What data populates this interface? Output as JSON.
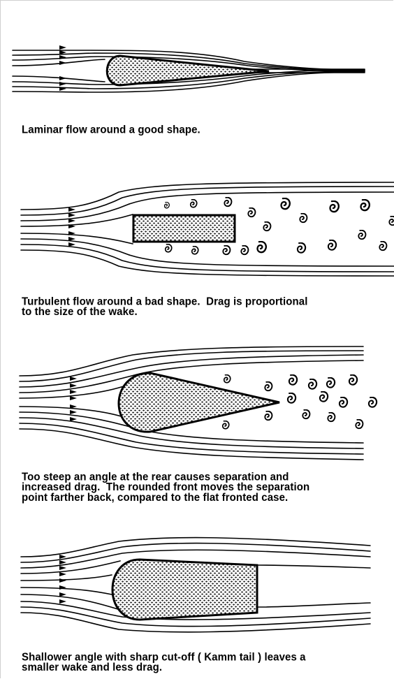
{
  "panels": [
    {
      "caption_lines": [
        "Laminar flow around a good shape."
      ]
    },
    {
      "caption_lines": [
        "Turbulent flow around a bad shape.  Drag is proportional",
        "to the size of the wake."
      ]
    },
    {
      "caption_lines": [
        "Too steep an angle at the rear causes separation and",
        "increased drag.  The rounded front moves the separation",
        "point farther back, compared to the flat fronted case."
      ]
    },
    {
      "caption_lines": [
        "Shallower angle with sharp cut-off ( Kamm tail ) leaves a",
        "smaller wake and less drag."
      ]
    }
  ]
}
